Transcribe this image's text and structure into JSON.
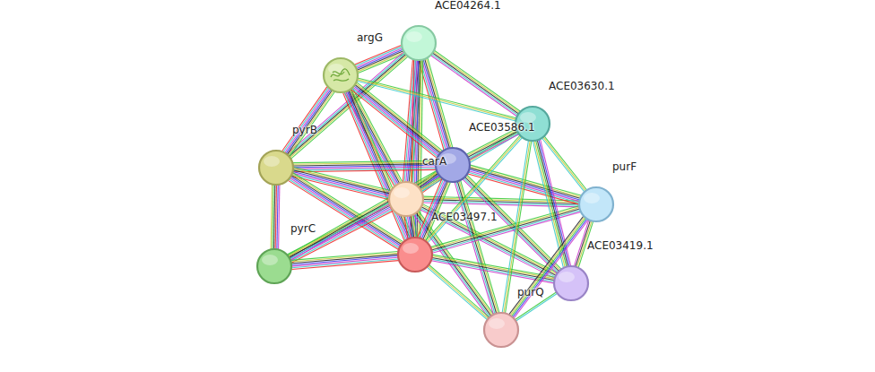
{
  "diagram": {
    "nodes": [
      {
        "text": [
          "ACE04264.1"
        ]
      },
      {
        "text": [
          "argG"
        ]
      },
      {
        "text": [
          "ACE03630.1"
        ]
      },
      {
        "text": [
          "pyrB"
        ]
      },
      {
        "text": [
          "ACE03586.1"
        ]
      },
      {
        "text": [
          "carA"
        ]
      },
      {
        "text": [
          "purF"
        ]
      },
      {
        "text": [
          "ACE03497.1"
        ]
      },
      {
        "text": [
          "pyrC"
        ]
      },
      {
        "text": [
          "ACE03419.1"
        ]
      },
      {
        "text": [
          "purQ"
        ]
      }
    ],
    "edges": [
      {
        "from": 0,
        "to": 1,
        "arrow": "none"
      },
      {
        "from": 0,
        "to": 2,
        "arrow": "none"
      },
      {
        "from": 0,
        "to": 4,
        "arrow": "none"
      },
      {
        "from": 0,
        "to": 5,
        "arrow": "none"
      },
      {
        "from": 0,
        "to": 7,
        "arrow": "none"
      },
      {
        "from": 0,
        "to": 3,
        "arrow": "none"
      },
      {
        "from": 1,
        "to": 3,
        "arrow": "none"
      },
      {
        "from": 1,
        "to": 5,
        "arrow": "none"
      },
      {
        "from": 1,
        "to": 7,
        "arrow": "none"
      },
      {
        "from": 1,
        "to": 4,
        "arrow": "none"
      },
      {
        "from": 1,
        "to": 2,
        "arrow": "none"
      },
      {
        "from": 3,
        "to": 4,
        "arrow": "none"
      },
      {
        "from": 3,
        "to": 5,
        "arrow": "none"
      },
      {
        "from": 3,
        "to": 7,
        "arrow": "none"
      },
      {
        "from": 3,
        "to": 8,
        "arrow": "none"
      },
      {
        "from": 8,
        "to": 5,
        "arrow": "none"
      },
      {
        "from": 8,
        "to": 7,
        "arrow": "none"
      },
      {
        "from": 8,
        "to": 4,
        "arrow": "none"
      },
      {
        "from": 5,
        "to": 4,
        "arrow": "none"
      },
      {
        "from": 5,
        "to": 7,
        "arrow": "none"
      },
      {
        "from": 5,
        "to": 6,
        "arrow": "none"
      },
      {
        "from": 5,
        "to": 9,
        "arrow": "none"
      },
      {
        "from": 5,
        "to": 10,
        "arrow": "none"
      },
      {
        "from": 5,
        "to": 2,
        "arrow": "none"
      },
      {
        "from": 4,
        "to": 7,
        "arrow": "none"
      },
      {
        "from": 4,
        "to": 6,
        "arrow": "none"
      },
      {
        "from": 4,
        "to": 9,
        "arrow": "none"
      },
      {
        "from": 4,
        "to": 10,
        "arrow": "none"
      },
      {
        "from": 4,
        "to": 2,
        "arrow": "none"
      },
      {
        "from": 7,
        "to": 6,
        "arrow": "none"
      },
      {
        "from": 7,
        "to": 9,
        "arrow": "none"
      },
      {
        "from": 7,
        "to": 10,
        "arrow": "none"
      },
      {
        "from": 7,
        "to": 2,
        "arrow": "none"
      },
      {
        "from": 2,
        "to": 6,
        "arrow": "none"
      },
      {
        "from": 2,
        "to": 9,
        "arrow": "none"
      },
      {
        "from": 2,
        "to": 10,
        "arrow": "none"
      },
      {
        "from": 6,
        "to": 9,
        "arrow": "none"
      },
      {
        "from": 6,
        "to": 10,
        "arrow": "none"
      },
      {
        "from": 9,
        "to": 10,
        "arrow": "none"
      }
    ]
  }
}
